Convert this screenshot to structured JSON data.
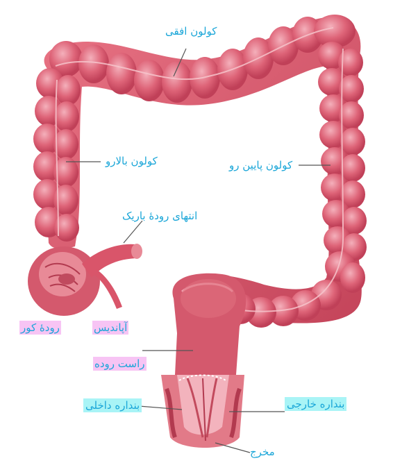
{
  "labels": {
    "transverse_colon": "کولون افقی",
    "ascending_colon": "کولون بالارو",
    "descending_colon": "کولون پایین رو",
    "small_intestine_end": "انتهای رودهٔ باریک",
    "cecum": "رودهٔ کور",
    "appendix": "آپاندیس",
    "rectum": "راست روده",
    "internal_sphincter": "بنداره داخلی",
    "external_sphincter": "بنداره خارجی",
    "anus": "مخرج"
  },
  "colors": {
    "colon_fill": "#d9556a",
    "colon_light": "#f2a6b2",
    "colon_dark": "#b8384f",
    "label_text": "#1aa6d8",
    "pink_highlight": "#f7c4f4",
    "cyan_highlight": "#a9f4f6",
    "leader_line": "#555555"
  }
}
